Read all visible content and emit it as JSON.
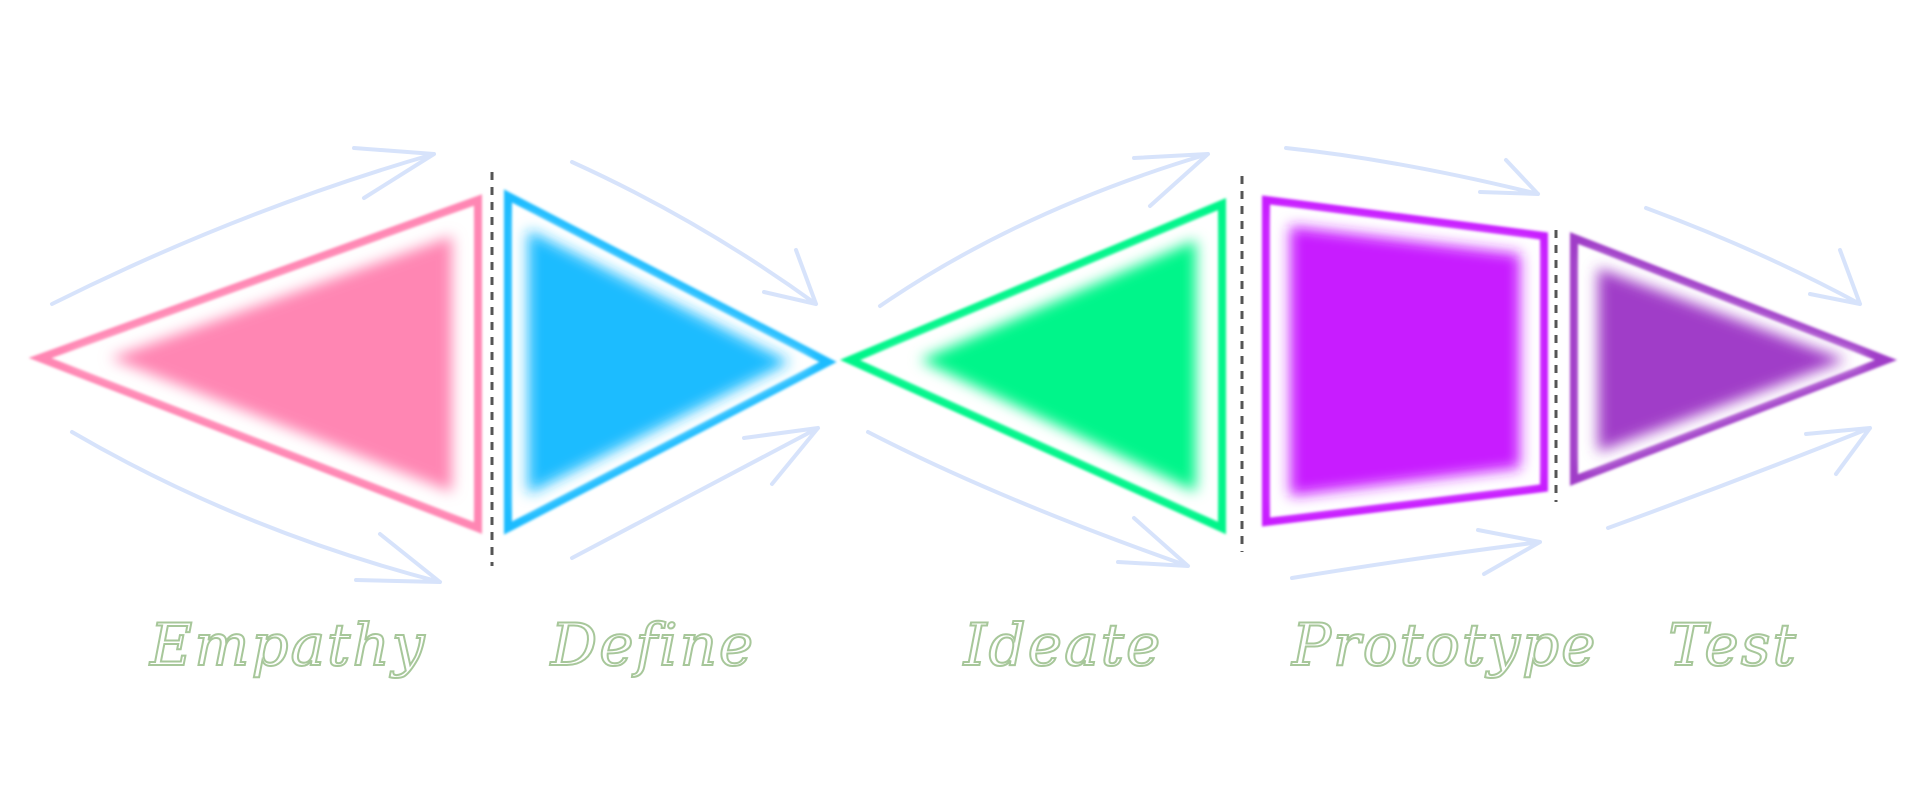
{
  "stages": [
    {
      "label": "Empathy",
      "color": "#ff86b3"
    },
    {
      "label": "Define",
      "color": "#1abcff"
    },
    {
      "label": "Ideate",
      "color": "#00f58a"
    },
    {
      "label": "Prototype",
      "color": "#c81cff"
    },
    {
      "label": "Test",
      "color": "#a03cc8"
    }
  ],
  "label_color": "#a7c79a",
  "arrow_color": "#d7e3fb",
  "divider_color": "#555555"
}
